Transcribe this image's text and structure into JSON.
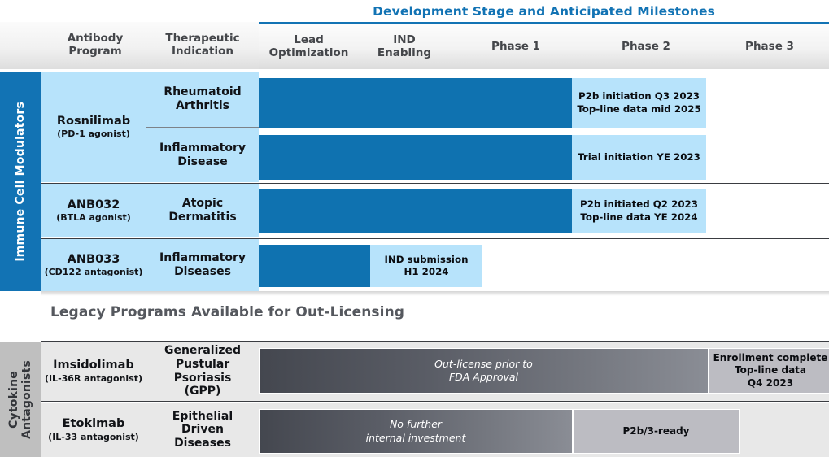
{
  "header": {
    "dev_title": "Development Stage and Anticipated Milestones",
    "col_antibody": "Antibody\nProgram",
    "col_antibody_l1": "Antibody",
    "col_antibody_l2": "Program",
    "col_indication_l1": "Therapeutic",
    "col_indication_l2": "Indication",
    "stages": [
      {
        "l1": "Lead",
        "l2": "Optimization"
      },
      {
        "l1": "IND",
        "l2": "Enabling"
      },
      {
        "l1": "Phase 1",
        "l2": ""
      },
      {
        "l1": "Phase 2",
        "l2": ""
      },
      {
        "l1": "Phase 3",
        "l2": ""
      }
    ]
  },
  "categories": {
    "immune": "Immune Cell Modulators",
    "cytokine_l1": "Cytokine",
    "cytokine_l2": "Antagonists"
  },
  "legacy_heading": "Legacy Programs Available for Out-Licensing",
  "programs": [
    {
      "name": "Rosnilimab",
      "sub": "(PD-1 agonist)",
      "indication": "Rheumatoid\nArthritis",
      "indication_l1": "Rheumatoid",
      "indication_l2": "Arthritis",
      "milestone_l1": "P2b initiation Q3 2023",
      "milestone_l2": "Top-line data mid 2025"
    },
    {
      "name": "",
      "sub": "",
      "indication_l1": "Inflammatory",
      "indication_l2": "Disease",
      "milestone_l1": "Trial initiation YE 2023",
      "milestone_l2": ""
    },
    {
      "name": "ANB032",
      "sub": "(BTLA agonist)",
      "indication_l1": "Atopic",
      "indication_l2": "Dermatitis",
      "milestone_l1": "P2b initiated Q2 2023",
      "milestone_l2": "Top-line data YE 2024"
    },
    {
      "name": "ANB033",
      "sub": "(CD122 antagonist)",
      "indication_l1": "Inflammatory",
      "indication_l2": "Diseases",
      "milestone_l1": "IND submission",
      "milestone_l2": "H1 2024"
    }
  ],
  "legacy_programs": [
    {
      "name": "Imsidolimab",
      "sub": "(IL-36R antagonist)",
      "indication_l1": "Generalized",
      "indication_l2": "Pustular",
      "indication_l3": "Psoriasis",
      "indication_l4": "(GPP)",
      "bar_l1": "Out-license prior to",
      "bar_l2": "FDA Approval",
      "milestone_l1": "Enrollment complete",
      "milestone_l2": "Top-line data",
      "milestone_l3": "Q4 2023"
    },
    {
      "name": "Etokimab",
      "sub": "(IL-33 antagonist)",
      "indication_l1": "Epithelial",
      "indication_l2": "Driven",
      "indication_l3": "Diseases",
      "indication_l4": "",
      "bar_l1": "No further",
      "bar_l2": "internal investment",
      "milestone_l1": "P2b/3-ready",
      "milestone_l2": "",
      "milestone_l3": ""
    }
  ],
  "colors": {
    "brand_blue": "#1273B4",
    "bar_blue": "#0F72B0",
    "light_blue": "#B7E3FB",
    "cat_gray": "#BFBFBF",
    "row_gray": "#E8E8E8",
    "milestone_gray": "#BCBCC2",
    "title_gray": "#55585E"
  }
}
